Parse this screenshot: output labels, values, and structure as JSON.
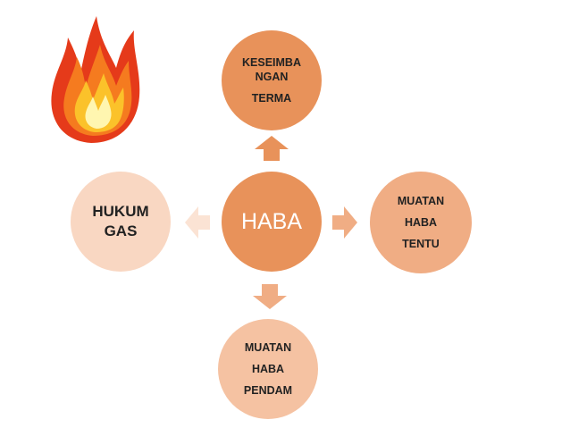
{
  "diagram": {
    "center": {
      "label": "HABA"
    },
    "top": {
      "line1": "KESEIMBA",
      "line2": "NGAN",
      "line3": "TERMA"
    },
    "right": {
      "line1": "MUATAN",
      "line2": "HABA",
      "line3": "TENTU"
    },
    "bottom": {
      "line1": "MUATAN",
      "line2": "HABA",
      "line3": "PENDAM"
    },
    "left": {
      "line1": "HUKUM",
      "line2": "GAS"
    }
  },
  "colors": {
    "center": "#e8925a",
    "top": "#e8925a",
    "right": "#f0ad84",
    "bottom": "#f5c2a2",
    "left": "#f9d7c2",
    "arrow_up": "#e8925a",
    "arrow_right": "#f0ad84",
    "arrow_down": "#f0ad84",
    "arrow_left": "#fbe3d4"
  },
  "icons": {
    "decoration": "flame-icon"
  }
}
